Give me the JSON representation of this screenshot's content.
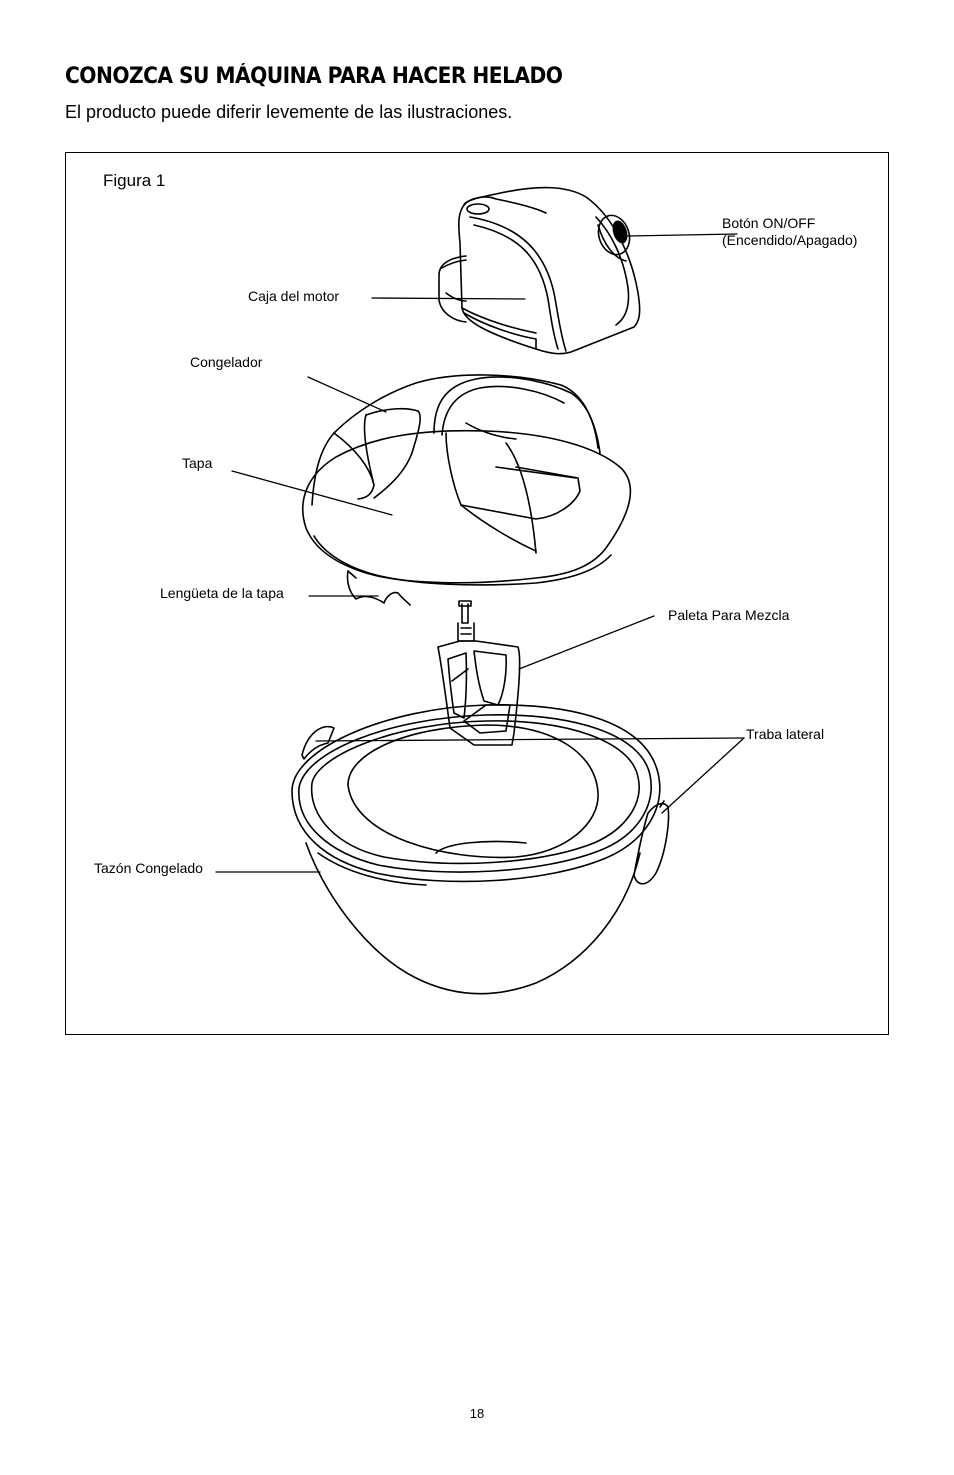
{
  "header": {
    "title": "CONOZCA SU MÁQUINA PARA HACER HELADO",
    "subtitle": "El producto puede diferir levemente de las ilustraciones."
  },
  "figure": {
    "label": "Figura 1",
    "callouts": {
      "on_off_line1": "Botón ON/OFF",
      "on_off_line2": "(Encendido/Apagado)",
      "motor_housing": "Caja del motor",
      "freezer": "Congelador",
      "lid": "Tapa",
      "lid_tab": "Lengüeta de la tapa",
      "mixing_paddle": "Paleta Para Mezcla",
      "side_latch": "Traba lateral",
      "frozen_bowl": "Tazón Congelado"
    }
  },
  "footer": {
    "page_number": "18"
  }
}
